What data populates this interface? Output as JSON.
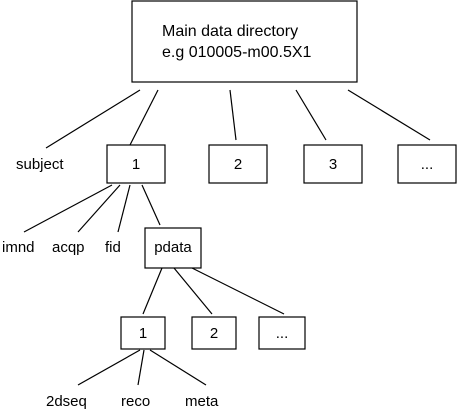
{
  "root": {
    "line1": "Main data directory",
    "line2": "e.g 010005-m00.5X1"
  },
  "level1": {
    "subject": "subject",
    "scan1": "1",
    "scan2": "2",
    "scan3": "3",
    "more": "..."
  },
  "scan_files": {
    "imnd": "imnd",
    "acqp": "acqp",
    "fid": "fid",
    "pdata": "pdata"
  },
  "pdata_children": {
    "proc1": "1",
    "proc2": "2",
    "more": "..."
  },
  "proc_files": {
    "seq": "2dseq",
    "reco": "reco",
    "meta": "meta"
  }
}
